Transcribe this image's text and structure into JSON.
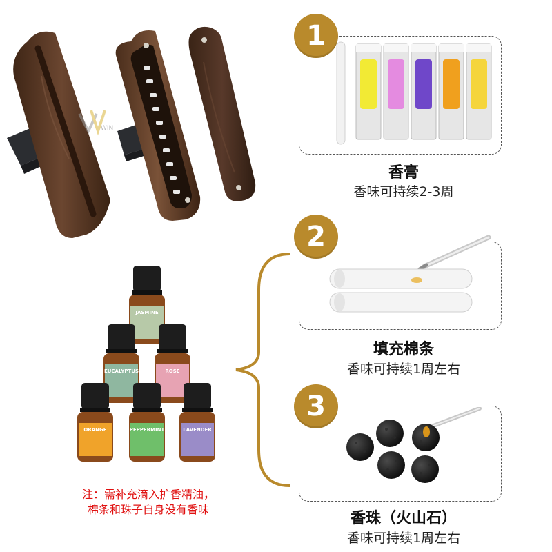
{
  "logo": {
    "text": "WIN"
  },
  "options": [
    {
      "number": "1",
      "title": "香膏",
      "subtitle": "香味可持续2-3周"
    },
    {
      "number": "2",
      "title": "填充棉条",
      "subtitle": "香味可持续1周左右"
    },
    {
      "number": "3",
      "title": "香珠（火山石）",
      "subtitle": "香味可持续1周左右"
    }
  ],
  "bottles": [
    {
      "label": "JASMINE",
      "color": "#b7c9a8"
    },
    {
      "label": "EUCALYPTUS",
      "color": "#8fb7a0"
    },
    {
      "label": "ROSE",
      "color": "#e7a3b3"
    },
    {
      "label": "ORANGE",
      "color": "#f0a32a"
    },
    {
      "label": "PEPPERMINT",
      "color": "#6fbf6a"
    },
    {
      "label": "LAVENDER",
      "color": "#9a8cc8"
    }
  ],
  "sachet_colors": [
    "#f2ea34",
    "#e48be0",
    "#6f47c9",
    "#f0a01e",
    "#f5d53c"
  ],
  "note": {
    "line1": "注：需补充滴入扩香精油，",
    "line2": "棉条和珠子自身没有香味"
  },
  "colors": {
    "badge": "#b98a2c",
    "note": "#e01010",
    "wood": "#5a3a26"
  }
}
